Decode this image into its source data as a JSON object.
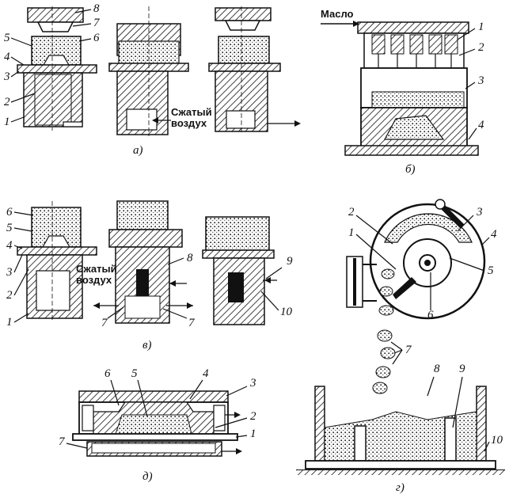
{
  "panels": {
    "a": {
      "caption": "а)",
      "fig1_labels": [
        "8",
        "7",
        "6",
        "5",
        "4",
        "3",
        "2",
        "1"
      ],
      "note_line1": "Сжатый",
      "note_line2": "воздух"
    },
    "b": {
      "caption": "б)",
      "oil_label": "Масло",
      "labels": [
        "1",
        "2",
        "3",
        "4"
      ]
    },
    "v": {
      "caption": "в)",
      "left_labels": [
        "6",
        "5",
        "4",
        "3",
        "2",
        "1"
      ],
      "note_line1": "Сжатый",
      "note_line2": "воздух",
      "mid_labels": [
        "8",
        "7",
        "7"
      ],
      "right_labels": [
        "9",
        "10"
      ]
    },
    "g": {
      "caption": "г)",
      "labels": [
        "2",
        "1",
        "3",
        "4",
        "5",
        "6",
        "7",
        "8",
        "9",
        "10"
      ]
    },
    "d": {
      "caption": "д)",
      "labels": [
        "6",
        "5",
        "4",
        "3",
        "2",
        "1",
        "7"
      ]
    }
  },
  "colors": {
    "ink": "#111111",
    "paper": "#ffffff",
    "sand": "#9a9a9a"
  }
}
